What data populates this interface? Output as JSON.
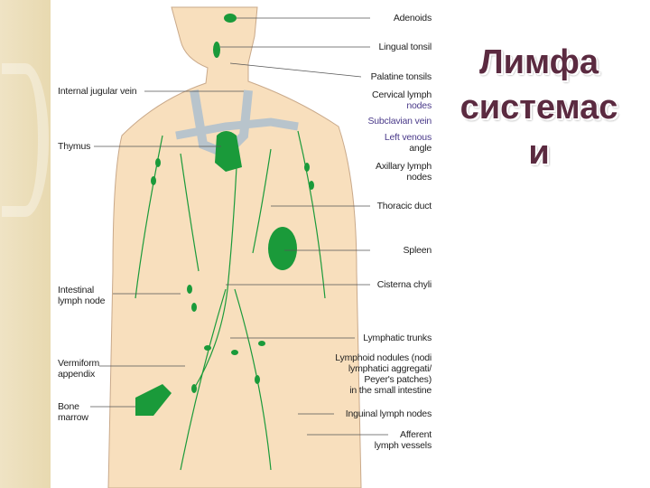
{
  "title_lines": [
    "Лимфа",
    "системас",
    "и"
  ],
  "labels_right": {
    "adenoids": "Adenoids",
    "lingual_tonsil": "Lingual tonsil",
    "palatine_tonsils": "Palatine tonsils",
    "cervical_1": "Cervical lymph",
    "cervical_2": "nodes",
    "subclavian": "Subclavian vein",
    "venous_1": "Left venous",
    "venous_2": "angle",
    "axillary_1": "Axillary lymph",
    "axillary_2": "nodes",
    "thoracic": "Thoracic duct",
    "spleen": "Spleen",
    "cisterna": "Cisterna chyli",
    "trunks": "Lymphatic trunks",
    "nodules_1": "Lymphoid nodules (nodi",
    "nodules_2": "lymphatici aggregati/",
    "nodules_3": "Peyer's patches)",
    "nodules_4": "in the small intestine",
    "inguinal": "Inguinal lymph nodes",
    "afferent_1": "Afferent",
    "afferent_2": "lymph vessels"
  },
  "labels_left": {
    "jugular": "Internal jugular vein",
    "thymus": "Thymus",
    "intestinal_1": "Intestinal",
    "intestinal_2": "lymph node",
    "appendix_1": "Vermiform",
    "appendix_2": "appendix",
    "marrow_1": "Bone",
    "marrow_2": "marrow"
  },
  "colors": {
    "skin": "#f8dfbd",
    "lymph": "#1a9a3a",
    "vein": "#b8c4cc",
    "title": "#5b2a40"
  }
}
